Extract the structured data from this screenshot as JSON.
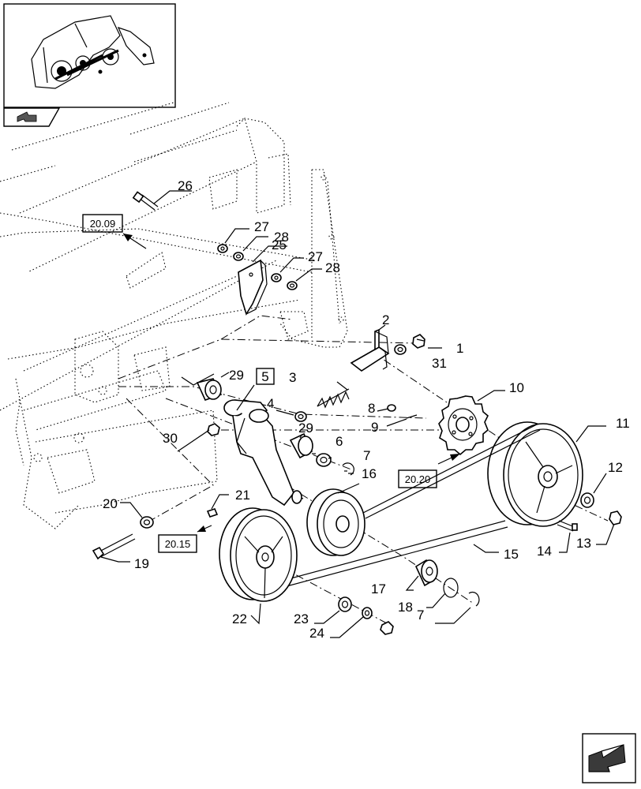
{
  "callouts": [
    {
      "id": "c1",
      "label": "1"
    },
    {
      "id": "c2",
      "label": "2"
    },
    {
      "id": "c3",
      "label": "3"
    },
    {
      "id": "c4",
      "label": "4"
    },
    {
      "id": "c5",
      "label": "5"
    },
    {
      "id": "c6",
      "label": "6"
    },
    {
      "id": "c7a",
      "label": "7"
    },
    {
      "id": "c7b",
      "label": "7"
    },
    {
      "id": "c8",
      "label": "8"
    },
    {
      "id": "c9",
      "label": "9"
    },
    {
      "id": "c10",
      "label": "10"
    },
    {
      "id": "c11",
      "label": "11"
    },
    {
      "id": "c12",
      "label": "12"
    },
    {
      "id": "c13",
      "label": "13"
    },
    {
      "id": "c14",
      "label": "14"
    },
    {
      "id": "c15",
      "label": "15"
    },
    {
      "id": "c16",
      "label": "16"
    },
    {
      "id": "c17",
      "label": "17"
    },
    {
      "id": "c18",
      "label": "18"
    },
    {
      "id": "c19",
      "label": "19"
    },
    {
      "id": "c20",
      "label": "20"
    },
    {
      "id": "c21",
      "label": "21"
    },
    {
      "id": "c22",
      "label": "22"
    },
    {
      "id": "c23",
      "label": "23"
    },
    {
      "id": "c24",
      "label": "24"
    },
    {
      "id": "c25",
      "label": "25"
    },
    {
      "id": "c26",
      "label": "26"
    },
    {
      "id": "c27a",
      "label": "27"
    },
    {
      "id": "c27b",
      "label": "27"
    },
    {
      "id": "c28a",
      "label": "28"
    },
    {
      "id": "c28b",
      "label": "28"
    },
    {
      "id": "c29a",
      "label": "29"
    },
    {
      "id": "c29b",
      "label": "29"
    },
    {
      "id": "c30",
      "label": "30"
    },
    {
      "id": "c31",
      "label": "31"
    }
  ],
  "references": [
    {
      "id": "r1",
      "label": "20.09"
    },
    {
      "id": "r2",
      "label": "20.20"
    },
    {
      "id": "r3",
      "label": "20.15"
    }
  ],
  "icons": {
    "thumbnail": "machine-overview-thumbnail",
    "nav_top": "navigation-arrow-icon",
    "nav_bottom": "next-page-arrow-icon"
  }
}
